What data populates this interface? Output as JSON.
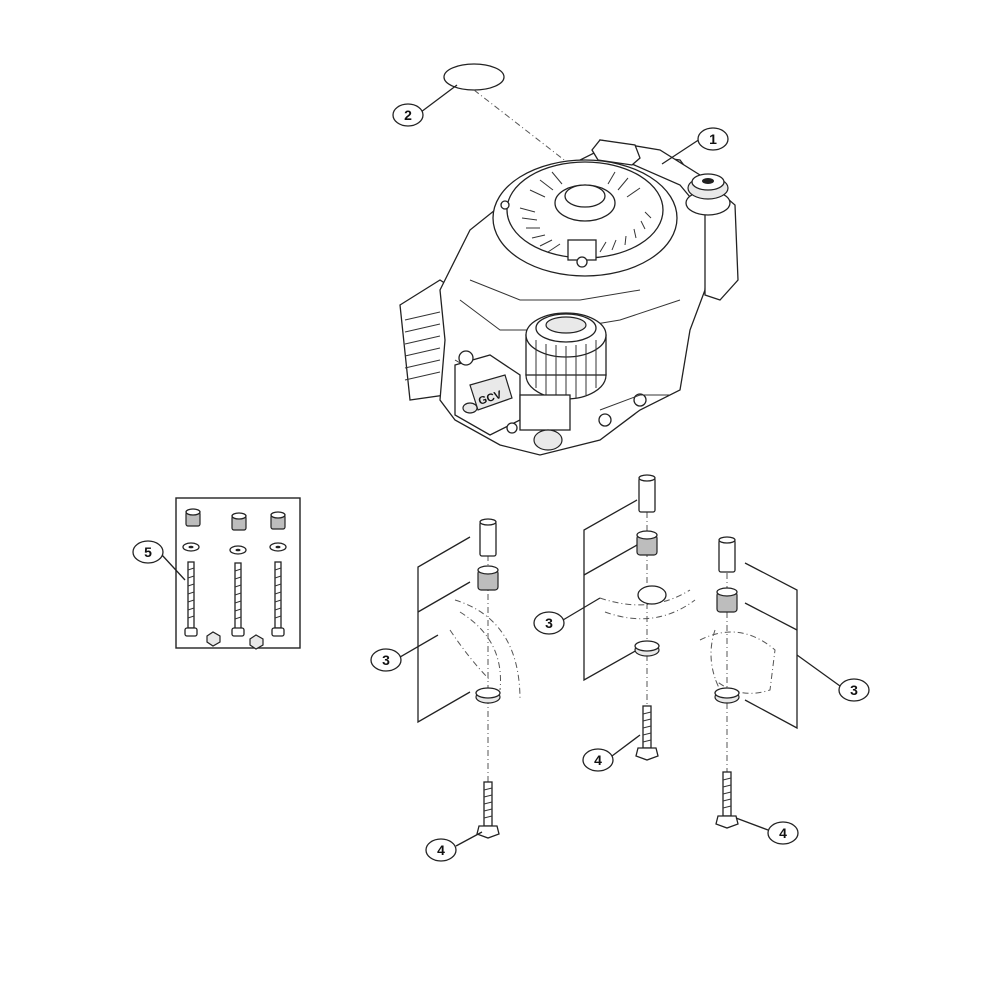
{
  "diagram": {
    "callouts": [
      {
        "id": "c1",
        "label": "1"
      },
      {
        "id": "c2",
        "label": "2"
      },
      {
        "id": "c3a",
        "label": "3"
      },
      {
        "id": "c3b",
        "label": "3"
      },
      {
        "id": "c3c",
        "label": "3"
      },
      {
        "id": "c4a",
        "label": "4"
      },
      {
        "id": "c4b",
        "label": "4"
      },
      {
        "id": "c4c",
        "label": "4"
      },
      {
        "id": "c5",
        "label": "5"
      }
    ],
    "engine_badge": "GCV"
  }
}
